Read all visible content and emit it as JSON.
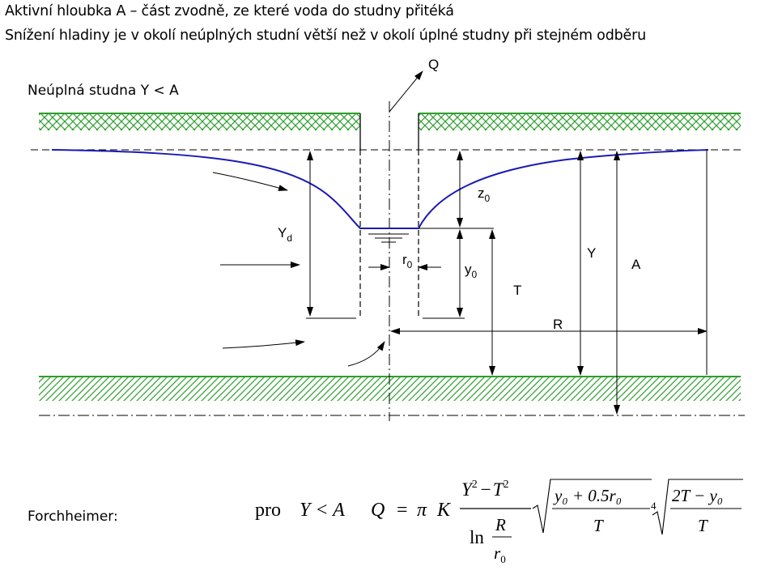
{
  "header": {
    "line1": "Aktivní hloubka A – část zvodně, ze které voda do studny přitéká",
    "line2": "Snížení hladiny je v okolí neúplných studní větší než v okolí úplné studny při stejném odběru"
  },
  "diagram": {
    "subtitle": "Neúplná studna Y < A",
    "labels": {
      "Q": "Q",
      "Yd_main": "Y",
      "Yd_sub": "d",
      "z0_main": "z",
      "z0_sub": "0",
      "r0_main": "r",
      "r0_sub": "0",
      "y0_main": "y",
      "y0_sub": "0",
      "T": "T",
      "Y": "Y",
      "A": "A",
      "R": "R"
    },
    "colors": {
      "hatch": "#2e9e2e",
      "curve": "#1a1ab4",
      "line": "#000000"
    }
  },
  "formula": {
    "label": "Forchheimer:",
    "pro": "pro",
    "cond": "Y < A",
    "Q": "Q",
    "eq": "=",
    "pi": "π",
    "K": "K",
    "num_Y": "Y",
    "num_exp1": "2",
    "num_minus": "−",
    "num_T": "T",
    "num_exp2": "2",
    "den_ln": "ln",
    "den_R": "R",
    "den_r": "r",
    "den_r_sub": "0",
    "sqrt1_num": "y₀ + 0.5r₀",
    "sqrt1_den": "T",
    "root_index": "4",
    "sqrt2_num": "2T − y₀",
    "sqrt2_den": "T"
  }
}
